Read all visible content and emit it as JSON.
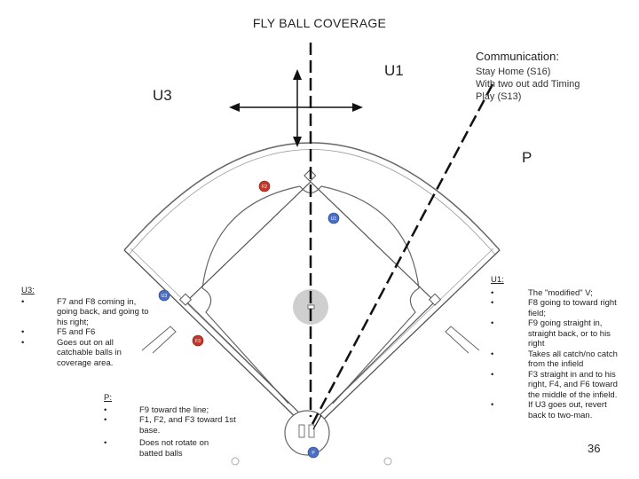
{
  "title": "FLY BALL COVERAGE",
  "labels": {
    "u1": "U1",
    "u3": "U3",
    "p": "P"
  },
  "communication": {
    "heading": "Communication:",
    "lines": [
      "Stay Home (S16)",
      "With two out add Timing",
      "Play (S13)"
    ]
  },
  "markers": {
    "f2_top": "F2",
    "u1_field": "U1",
    "u3_field": "U3",
    "f3_field": "F3",
    "p_home": "P"
  },
  "u3_notes": {
    "heading": "U3:",
    "bullets": [
      "•",
      "•",
      "•"
    ],
    "items": [
      [
        "F7 and F8 coming in,",
        "going back, and going to",
        "his right;"
      ],
      [
        "F5 and F6"
      ],
      [
        "Goes out on all",
        "catchable balls in",
        "coverage area."
      ]
    ]
  },
  "p_notes": {
    "heading": "P:",
    "bullets": [
      "•",
      "•",
      "•"
    ],
    "items": [
      [
        "F9 toward the line;"
      ],
      [
        "F1, F2, and F3 toward 1st",
        "base."
      ],
      [
        "Does not rotate on",
        "batted balls"
      ]
    ]
  },
  "u1_notes": {
    "heading": "U1:",
    "bullets": [
      "•",
      "•",
      "•",
      "•",
      "•",
      "•"
    ],
    "items": [
      [
        "The \"modified\" V;"
      ],
      [
        "F8 going to toward right",
        "field;"
      ],
      [
        "F9 going straight in,",
        "straight back, or to his",
        "right"
      ],
      [
        "Takes all catch/no catch",
        "from the infield"
      ],
      [
        "F3 straight in and to his",
        "right, F4, and F6 toward",
        "the middle of the infield."
      ],
      [
        "If U3 goes out, revert",
        "back to two-man."
      ]
    ]
  },
  "page_number": "36",
  "colors": {
    "marker_red": "#c0392b",
    "marker_blue": "#4a6fc4",
    "field_line": "#555555",
    "mound": "#cfcfcf"
  }
}
